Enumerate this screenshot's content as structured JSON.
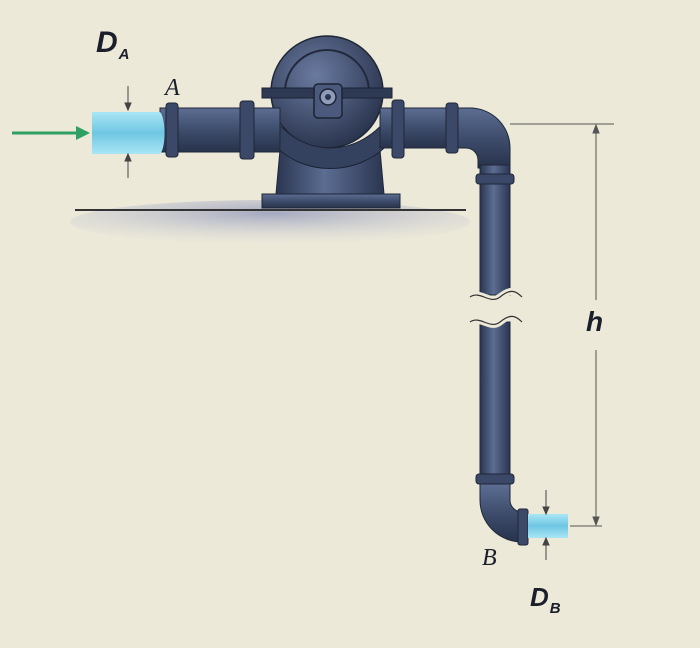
{
  "labels": {
    "inlet_diameter": {
      "main": "D",
      "sub": "A"
    },
    "inlet_point": "A",
    "outlet_point": "B",
    "outlet_diameter": {
      "main": "D",
      "sub": "B"
    },
    "height": "h"
  },
  "colors": {
    "background": "#ece9d8",
    "pipe": "#3e4d6c",
    "pipe_dark": "#2a3550",
    "pipe_light": "#6f7fa2",
    "water": "#7fd0ea",
    "flow_arrow": "#2ea063",
    "dimension_lines": "#444444",
    "ground_shadow": "#a8acc4"
  },
  "icons": {
    "flow_arrow": "arrow-right-icon",
    "pump": "pump-icon"
  }
}
